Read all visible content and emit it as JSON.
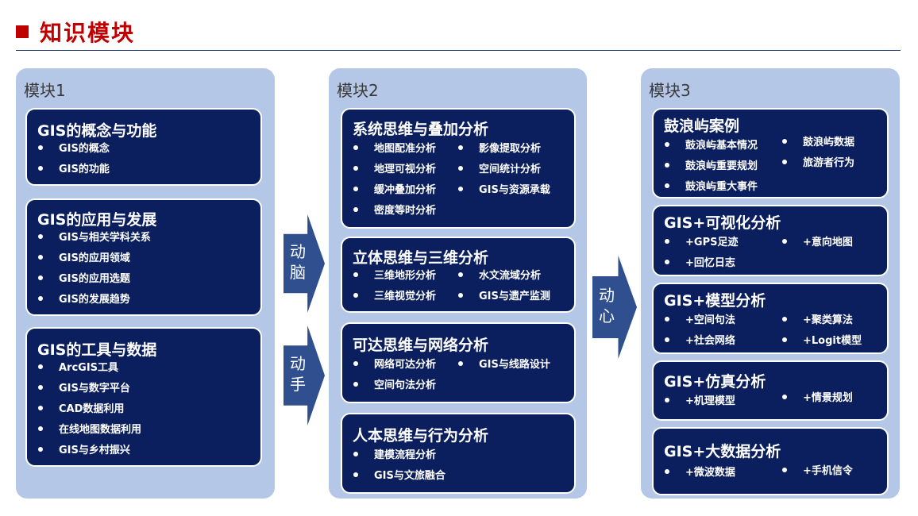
{
  "title": "知识模块",
  "columns": [
    {
      "label": "模块1",
      "cards": [
        {
          "title": "GIS的概念与功能",
          "items": [
            "GIS的概念",
            "GIS的功能"
          ]
        },
        {
          "title": "GIS的应用与发展",
          "items": [
            "GIS与相关学科关系",
            "GIS的应用领域",
            "GIS的应用选题",
            "GIS的发展趋势"
          ]
        },
        {
          "title": "GIS的工具与数据",
          "items": [
            "ArcGIS工具",
            "GIS与数字平台",
            "CAD数据利用",
            "在线地图数据利用",
            "GIS与乡村振兴"
          ]
        }
      ]
    },
    {
      "label": "模块2",
      "cards": [
        {
          "title": "系统思维与叠加分析",
          "items": [
            "地图配准分析",
            "影像提取分析",
            "地理可视分析",
            "空间统计分析",
            "缓冲叠加分析",
            "GIS与资源承载",
            "密度等时分析"
          ]
        },
        {
          "title": "立体思维与三维分析",
          "items": [
            "三维地形分析",
            "水文流域分析",
            "三维视觉分析",
            "GIS与遗产监测"
          ]
        },
        {
          "title": "可达思维与网络分析",
          "items": [
            "网络可达分析",
            "GIS与线路设计",
            "空间句法分析"
          ]
        },
        {
          "title": "人本思维与行为分析",
          "items": [
            "建模流程分析",
            "GIS与文旅融合"
          ]
        }
      ]
    },
    {
      "label": "模块3",
      "cards": [
        {
          "title": "鼓浪屿案例",
          "items": [
            "鼓浪屿基本情况",
            "鼓浪屿数据",
            "鼓浪屿重要规划",
            "旅游者行为",
            "鼓浪屿重大事件"
          ]
        },
        {
          "title": "GIS+可视化分析",
          "items": [
            "+GPS足迹",
            "+意向地图",
            "+回忆日志"
          ]
        },
        {
          "title": "GIS+模型分析",
          "items": [
            "+空间句法",
            "+聚类算法",
            "+社会网络",
            "+Logit模型"
          ]
        },
        {
          "title": "GIS+仿真分析",
          "items": [
            "+机理模型",
            "+情景规划"
          ]
        },
        {
          "title": "GIS+大数据分析",
          "items": [
            "+微波数据",
            "+手机信令"
          ]
        }
      ]
    }
  ],
  "arrows": [
    {
      "label": "动脑",
      "chars": [
        "动",
        "脑"
      ]
    },
    {
      "label": "动手",
      "chars": [
        "动",
        "手"
      ]
    },
    {
      "label": "动心",
      "chars": [
        "动",
        "心"
      ]
    }
  ],
  "colors": {
    "accent": "#c00000",
    "card": "#0b1f5e",
    "panel": "#b4c7e7",
    "arrow": "#2f4f8f",
    "rule": "#1f3f6e"
  }
}
